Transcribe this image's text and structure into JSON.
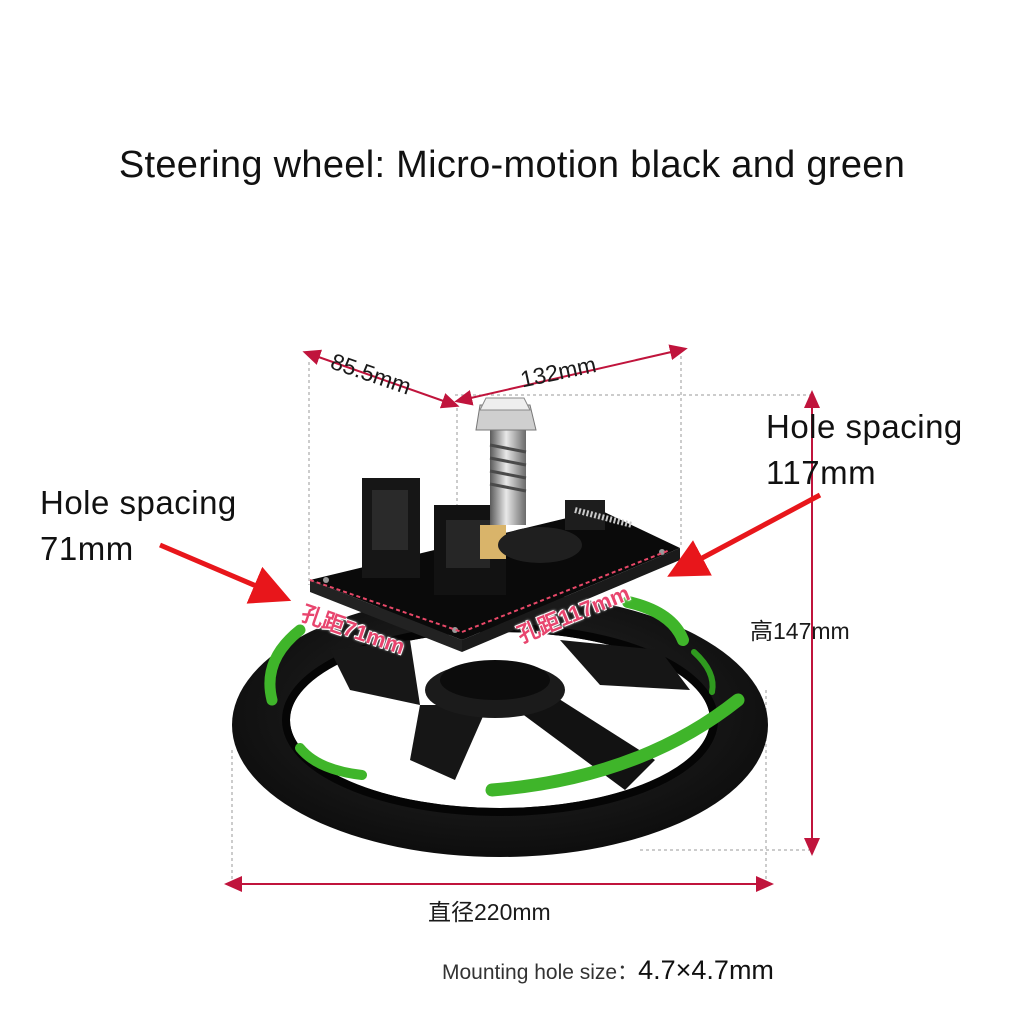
{
  "title": "Steering wheel: Micro-motion black and green",
  "dimensions": {
    "top_left": "85.5mm",
    "top_right": "132mm",
    "height": "高147mm",
    "diameter": "直径220mm"
  },
  "callouts": {
    "left": {
      "line1": "Hole spacing",
      "line2": "71mm"
    },
    "right": {
      "line1": "Hole spacing",
      "line2": "117mm"
    }
  },
  "overlay_labels": {
    "left": "孔距71mm",
    "right": "孔距117mm"
  },
  "mounting_hole": {
    "label": "Mounting hole size：",
    "value": "4.7×4.7mm"
  },
  "colors": {
    "wheel_body": "#141414",
    "accent_green": "#3fb52a",
    "arrow_red": "#e8161b",
    "overlay_pink": "#e8456e",
    "dimension_line": "#c0143c"
  }
}
